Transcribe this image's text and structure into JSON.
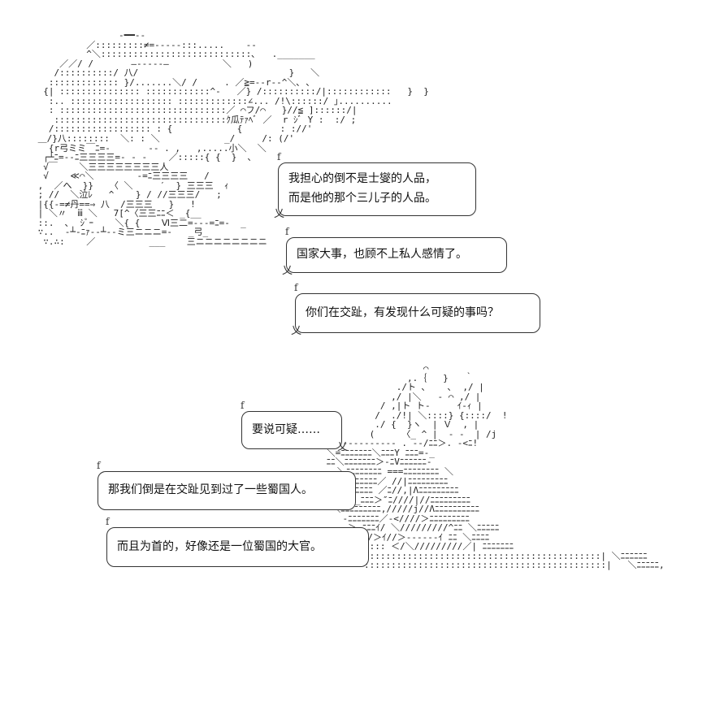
{
  "art": {
    "top_figure": "                ‐━━‐‐\n          ／:::::::::≠=‐‐‐‐‐:::.....    ‐‐\n          ^＼::::::::::::::::::::::::::::､   ._______\n     ／／/ /       ―‐‐‐‐‐―          ＼   )\n    /::::::::::/ 八/                            }   ＼\n   ::::::::::::: }/.......＼/ /     . ／≧=‐‐r‐‐^＼､ ､\n  {| ::::::::::::::: ::::::::::::^‐   ／} /::::::::::/|::::::::::::   }  }\n   :.. ::::::::::::::::::: :::::::::::::∠... /!\\::::::/ ｣..........\n   : :::::::::::::::::::::::::::::::／ ⌒フ/⌒   }//≦ ]::::::/|\n    ::::::::::::::::::::::::::::::::ｸ瓜ﾃｧﾍﾞ ／  r ｼﾞ Y :  :/ ;\n   /:::::::::::::::::: : {            {       : ://'\n ＿/}八::::::::  ＼: : ＼            _/     /: (/'\n   {r弓ミミ￣ﾆ=‐       ‐‐ . ,   ,.....小＼  ＼\n  ┌┴ﾆ=‐‐ﾆ三三三三=‐ ‐ ‐    ／:::::{ {  }  ､\n  √￣    ＼三三三三三三三三人\n  √    ≪⌒＼        ‐=ﾆ三三三三   /\n ,  ／へ  }}   〈 ＼     ′  } 三三三  ｨ\n ; //  ＼泣ﾚ   ^    } / //三三三/   ;\n |{{‐=≠丹==⇒ 八  /三三三   }   !\n | ＼〃  ⅲ ＼   7[^〈三三ﾆﾆ＜ _{__\n ::.  ､  ｼﾞｰ    ＼{ {    Ⅵ三二=‐‐‐=ﾆ=‐  _\n ∵..  ‐┴‐ﾆｧ‐‐┴‐‐ミ三ニニニ=‐   _弓_\n  ∵.∴:    ／          ___    三ニニニニニニニニ",
    "bottom_figure": "                   ⌒\n                ,.｛   }   ｀\n              ./ト ､    ､  ,/ |\n             ,/ |＼   ‐ ⌒ ,/ |\n           / ,|ト ト‐     ｲ‐ｨ |\n          /  ./!| ＼::::} {::::/  !\n          ./ {  }ヽ  | Ｖ  , |\n         (     〈_ ^ |  ‐ ‐  | /j\n  .‐‐‐‐‐‐‐‐‐‐‐ . ‐‐/ﾆﾆ＞. ‐<ﾆ!\n ＼=ﾆﾆﾆﾆﾆﾆﾆ＼ﾆﾆﾆY ﾆﾆﾆ=‐_\n ﾆﾆ＼ﾆﾆﾆﾆﾆﾆﾆ＞‐ﾆVﾆﾆﾆﾆﾆﾆ‐\n   ＼ﾆﾆﾆﾆﾆﾆﾆﾆ ===ﾆﾆﾆﾆﾆﾆﾆﾆ ＼\n  ﾆ＞‐ﾆﾆﾆﾆﾆﾆ／ //|ﾆﾆﾆﾆﾆﾆﾆﾆﾆ\n   ﾆﾆﾆﾆﾆﾆﾆﾆ ／ﾆ//,|Λﾆﾆﾆﾆﾆﾆﾆﾆﾆ\n  ﾆﾆ＞__ﾆﾆﾆ＞″ﾆ////|//ﾆﾆﾆﾆﾆﾆﾆﾆﾆ\n  ＼ﾆﾆﾆﾆﾆﾆﾆﾆﾆ,/////j//Λﾆﾆﾆﾆﾆﾆﾆﾆﾆﾆ\n    ‐ﾆﾆﾆﾆﾆﾆﾆ／‐<////＞ﾆﾆﾆﾆﾆﾆﾆﾆﾆ\n     ＞‐ﾆﾆﾆｲ/ ＼/////////^ﾆﾆ ＼ﾆﾆﾆﾆﾆ\n       ＼/＞ｲ//＞‐‐‐‐‐‐ｲ ﾆﾆ ＼ﾆﾆﾆﾆ\n         ::: ＜/＼/////////／| ﾆﾆﾆﾆﾆﾆﾆ\n        ::::::::::::::::::::::::::::::::::::::::::::| ＼ﾆﾆﾆﾆﾆﾆ\n        :::::::::::::::::::::::::::::::::::::::::::::|   ＼ﾆﾆﾆﾆﾆ,"
  },
  "bubbles": [
    {
      "lines": [
        "我担心的倒不是士燮的人品，",
        "而是他的那个三儿子的人品。"
      ]
    },
    {
      "lines": [
        "国家大事，也顾不上私人感情了。"
      ]
    },
    {
      "lines": [
        "你们在交趾，有发现什么可疑的事吗？"
      ]
    },
    {
      "lines": [
        "要说可疑……"
      ]
    },
    {
      "lines": [
        "那我们倒是在交趾见到过了一些蜀国人。"
      ]
    },
    {
      "lines": [
        "而且为首的，好像还是一位蜀国的大官。"
      ]
    }
  ],
  "marks": {
    "f": "f",
    "x": "乂"
  }
}
